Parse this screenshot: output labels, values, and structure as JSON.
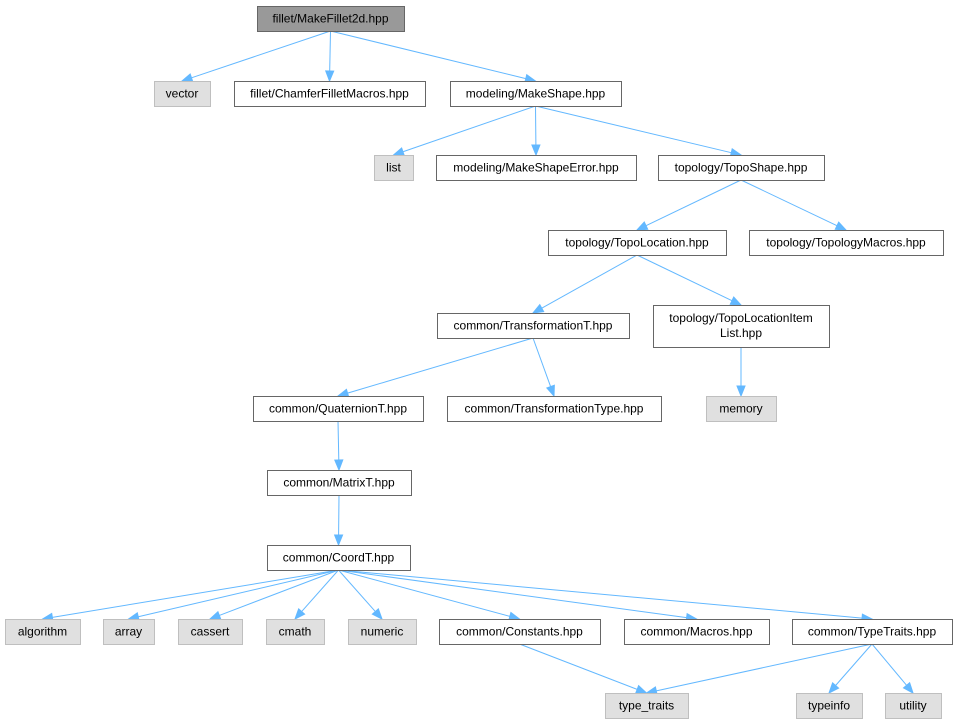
{
  "colors": {
    "edge": "#63b8ff",
    "root_fill": "#999999",
    "system_fill": "#e0e0e0",
    "file_fill": "#ffffff",
    "border": "#666666"
  },
  "nodes": [
    {
      "id": "makefillet2d",
      "label": "fillet/MakeFillet2d.hpp",
      "kind": "root"
    },
    {
      "id": "vector",
      "label": "vector",
      "kind": "system"
    },
    {
      "id": "chamferfilletmacros",
      "label": "fillet/ChamferFilletMacros.hpp",
      "kind": "file"
    },
    {
      "id": "makeshape",
      "label": "modeling/MakeShape.hpp",
      "kind": "file"
    },
    {
      "id": "list",
      "label": "list",
      "kind": "system"
    },
    {
      "id": "makeshapeerror",
      "label": "modeling/MakeShapeError.hpp",
      "kind": "file"
    },
    {
      "id": "toposhape",
      "label": "topology/TopoShape.hpp",
      "kind": "file"
    },
    {
      "id": "topolocation",
      "label": "topology/TopoLocation.hpp",
      "kind": "file"
    },
    {
      "id": "topologymacros",
      "label": "topology/TopologyMacros.hpp",
      "kind": "file"
    },
    {
      "id": "transformationt",
      "label": "common/TransformationT.hpp",
      "kind": "file"
    },
    {
      "id": "topolocationitemlist",
      "label": "topology/TopoLocationItem",
      "label2": "List.hpp",
      "kind": "file"
    },
    {
      "id": "quaterniont",
      "label": "common/QuaternionT.hpp",
      "kind": "file"
    },
    {
      "id": "transformationtype",
      "label": "common/TransformationType.hpp",
      "kind": "file"
    },
    {
      "id": "memory",
      "label": "memory",
      "kind": "system"
    },
    {
      "id": "matrixt",
      "label": "common/MatrixT.hpp",
      "kind": "file"
    },
    {
      "id": "coordt",
      "label": "common/CoordT.hpp",
      "kind": "file"
    },
    {
      "id": "algorithm",
      "label": "algorithm",
      "kind": "system"
    },
    {
      "id": "array",
      "label": "array",
      "kind": "system"
    },
    {
      "id": "cassert",
      "label": "cassert",
      "kind": "system"
    },
    {
      "id": "cmath",
      "label": "cmath",
      "kind": "system"
    },
    {
      "id": "numeric",
      "label": "numeric",
      "kind": "system"
    },
    {
      "id": "constants",
      "label": "common/Constants.hpp",
      "kind": "file"
    },
    {
      "id": "macros",
      "label": "common/Macros.hpp",
      "kind": "file"
    },
    {
      "id": "typetraits_hpp",
      "label": "common/TypeTraits.hpp",
      "kind": "file"
    },
    {
      "id": "type_traits",
      "label": "type_traits",
      "kind": "system"
    },
    {
      "id": "typeinfo",
      "label": "typeinfo",
      "kind": "system"
    },
    {
      "id": "utility",
      "label": "utility",
      "kind": "system"
    }
  ],
  "edges": [
    [
      "makefillet2d",
      "vector"
    ],
    [
      "makefillet2d",
      "chamferfilletmacros"
    ],
    [
      "makefillet2d",
      "makeshape"
    ],
    [
      "makeshape",
      "list"
    ],
    [
      "makeshape",
      "makeshapeerror"
    ],
    [
      "makeshape",
      "toposhape"
    ],
    [
      "toposhape",
      "topolocation"
    ],
    [
      "toposhape",
      "topologymacros"
    ],
    [
      "topolocation",
      "transformationt"
    ],
    [
      "topolocation",
      "topolocationitemlist"
    ],
    [
      "topolocationitemlist",
      "memory"
    ],
    [
      "transformationt",
      "quaterniont"
    ],
    [
      "transformationt",
      "transformationtype"
    ],
    [
      "quaterniont",
      "matrixt"
    ],
    [
      "matrixt",
      "coordt"
    ],
    [
      "coordt",
      "algorithm"
    ],
    [
      "coordt",
      "array"
    ],
    [
      "coordt",
      "cassert"
    ],
    [
      "coordt",
      "cmath"
    ],
    [
      "coordt",
      "numeric"
    ],
    [
      "coordt",
      "constants"
    ],
    [
      "coordt",
      "macros"
    ],
    [
      "coordt",
      "typetraits_hpp"
    ],
    [
      "constants",
      "type_traits"
    ],
    [
      "typetraits_hpp",
      "type_traits"
    ],
    [
      "typetraits_hpp",
      "typeinfo"
    ],
    [
      "typetraits_hpp",
      "utility"
    ]
  ]
}
